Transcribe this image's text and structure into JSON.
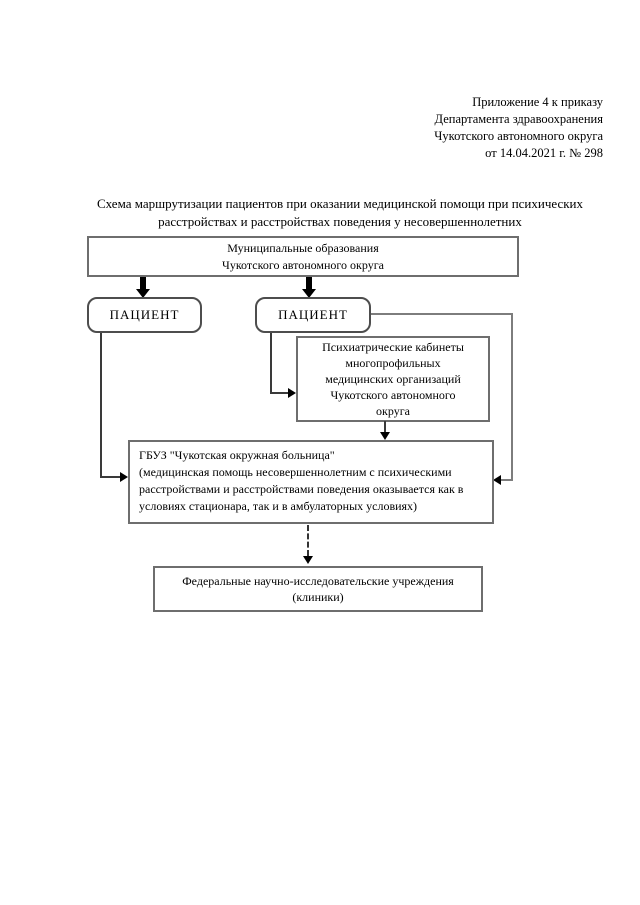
{
  "header": {
    "lines": [
      "Приложение 4 к приказу",
      "Департамента здравоохранения",
      "Чукотского автономного округа",
      "от 14.04.2021 г. № 298"
    ]
  },
  "title": {
    "lines": [
      "Схема маршрутизации пациентов при оказании медицинской помощи при психических",
      "расстройствах и расстройствах поведения у несовершеннолетних"
    ]
  },
  "flowchart": {
    "municipal": {
      "lines": [
        "Муниципальные образования",
        "Чукотского автономного округа"
      ]
    },
    "patient_left": {
      "label": "ПАЦИЕНТ"
    },
    "patient_right": {
      "label": "ПАЦИЕНТ"
    },
    "psychiatric": {
      "lines": [
        "Психиатрические кабинеты",
        "многопрофильных",
        "медицинских организаций",
        "Чукотского автономного",
        "округа"
      ]
    },
    "hospital": {
      "lines": [
        "ГБУЗ \"Чукотская окружная больница\"",
        "(медицинская помощь несовершеннолетним с психическими",
        "расстройствами и расстройствами поведения оказывается как в",
        "условиях стационара, так и в амбулаторных условиях)"
      ]
    },
    "federal": {
      "lines": [
        "Федеральные научно-исследовательские учреждения",
        "(клиники)"
      ]
    }
  },
  "colors": {
    "background": "#ffffff",
    "text": "#000000",
    "box_border": "#6e6e6e",
    "rounded_box_border": "#4d4d4d",
    "connector": "#3a3a3a",
    "connector_light": "#7d7d7d",
    "arrowhead": "#000000"
  }
}
